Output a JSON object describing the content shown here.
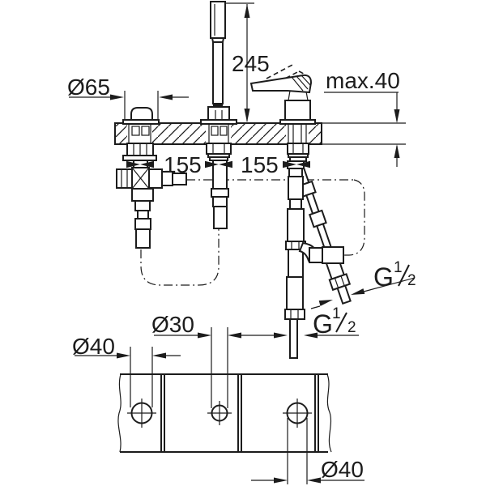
{
  "drawing_labels": {
    "spout_escutcheon_diameter": "Ø65",
    "handshower_height": "245",
    "deck_thickness_max": "max.40",
    "hole_spacing_left": "155",
    "hole_spacing_right": "155",
    "thread_upper": {
      "letter": "G",
      "numerator": "1",
      "denominator": "2"
    },
    "thread_lower": {
      "letter": "G",
      "numerator": "1",
      "denominator": "2"
    },
    "hole_diameter_center": "Ø30",
    "hole_diameter_left": "Ø40",
    "hole_diameter_right": "Ø40"
  },
  "colors": {
    "line": "#1c1c1c",
    "background": "#ffffff"
  }
}
